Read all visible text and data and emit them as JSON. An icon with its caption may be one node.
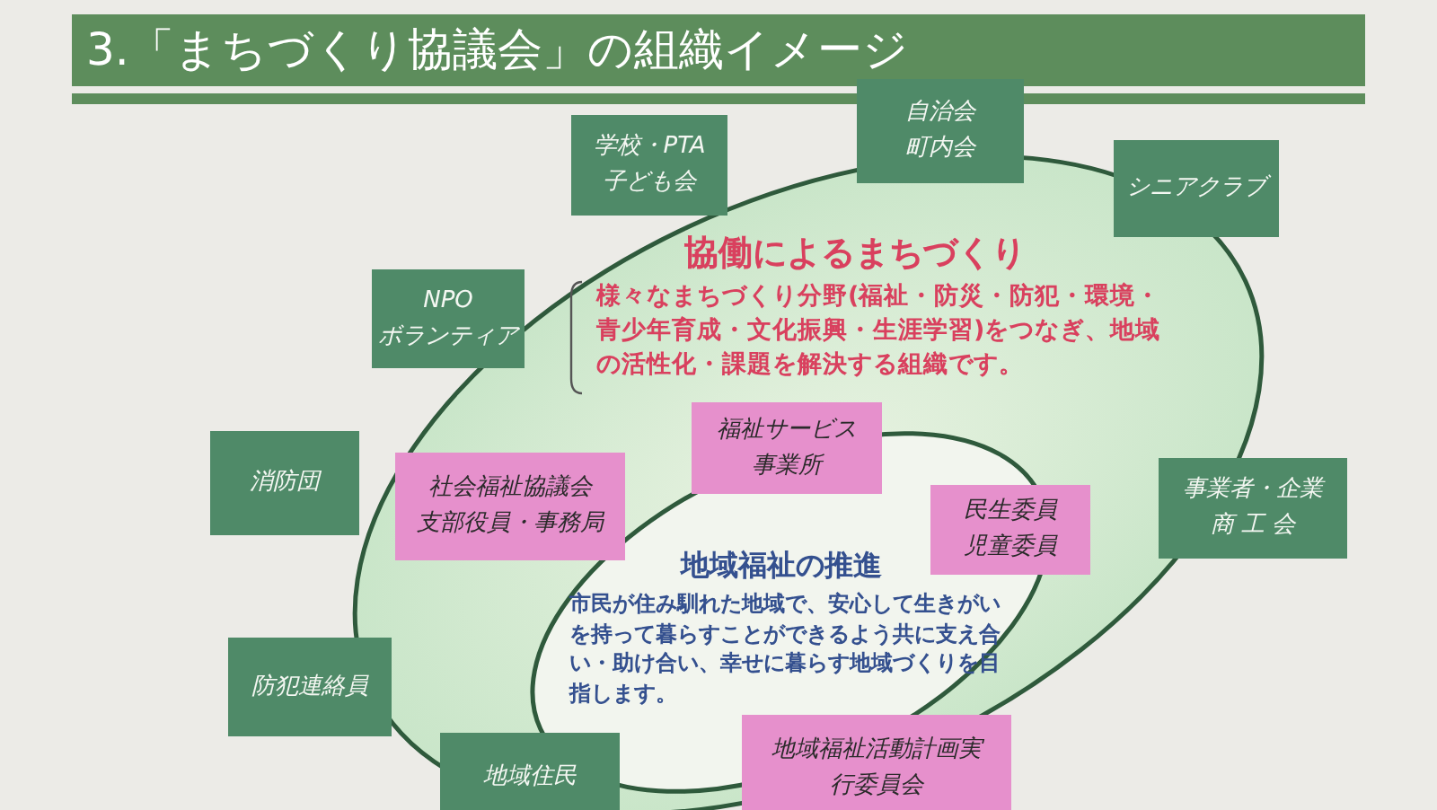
{
  "diagram": {
    "title": "3.「まちづくり協議会」の組織イメージ",
    "nodes": [
      {
        "text": [
          "自治会",
          "町内会"
        ]
      },
      {
        "text": [
          "学校・PTA",
          "子ども会"
        ]
      },
      {
        "text": [
          "シニアクラブ"
        ]
      },
      {
        "text": [
          "協働によるまちづくり",
          "様々なまちづくり分野(福祉・防災・防犯・環境・青少年育成・文化振興・生涯学習)をつなぎ、地域の活性化・課題を解決する組織です。"
        ]
      },
      {
        "text": [
          "NPO",
          "ボランティア"
        ]
      },
      {
        "text": [
          "福祉サービス事業所"
        ],
        "in": 3
      },
      {
        "text": [
          "消防団"
        ]
      },
      {
        "text": [
          "社会福祉協議会",
          "支部役員・事務局"
        ],
        "in": 3
      },
      {
        "text": [
          "民生委員",
          "児童委員"
        ],
        "in": 3
      },
      {
        "text": [
          "事業者・企業",
          "商 工 会"
        ]
      },
      {
        "text": [
          "地域福祉の推進",
          "市民が住み馴れた地域で、安心して生きがいを持って暮らすことができるよう共に支え合い・助け合い、幸せに暮らす地域づくりを目指します。"
        ],
        "in": 3
      },
      {
        "text": [
          "防犯連絡員"
        ]
      },
      {
        "text": [
          "地域住民"
        ]
      },
      {
        "text": [
          "地域福祉活動計画実行委員会"
        ]
      }
    ]
  }
}
